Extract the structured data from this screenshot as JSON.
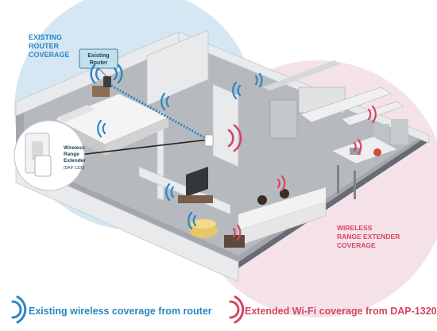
{
  "labels": {
    "router_coverage": [
      "EXISTING",
      "ROUTER",
      "COVERAGE"
    ],
    "router_tag": [
      "Existing",
      "Router"
    ],
    "extender_callout": [
      "Wireless",
      "Range",
      "Extender",
      "(DAP-1320)"
    ],
    "extender_coverage": [
      "WIRELESS",
      "RANGE EXTENDER",
      "COVERAGE"
    ]
  },
  "legend": {
    "router": "Existing wireless coverage from router",
    "extender": "Extended Wi-Fi coverage from DAP-1320"
  },
  "colors": {
    "router_blue": "#2b86c4",
    "extender_red": "#d64562",
    "router_zone": "#cfe3f2",
    "extender_zone": "#f3dde5",
    "floor": "#9a9ea4",
    "wall": "#e6e8ea"
  },
  "icons": [
    "wifi-wave-blue",
    "wifi-wave-red",
    "router",
    "wall-plug-extender"
  ]
}
